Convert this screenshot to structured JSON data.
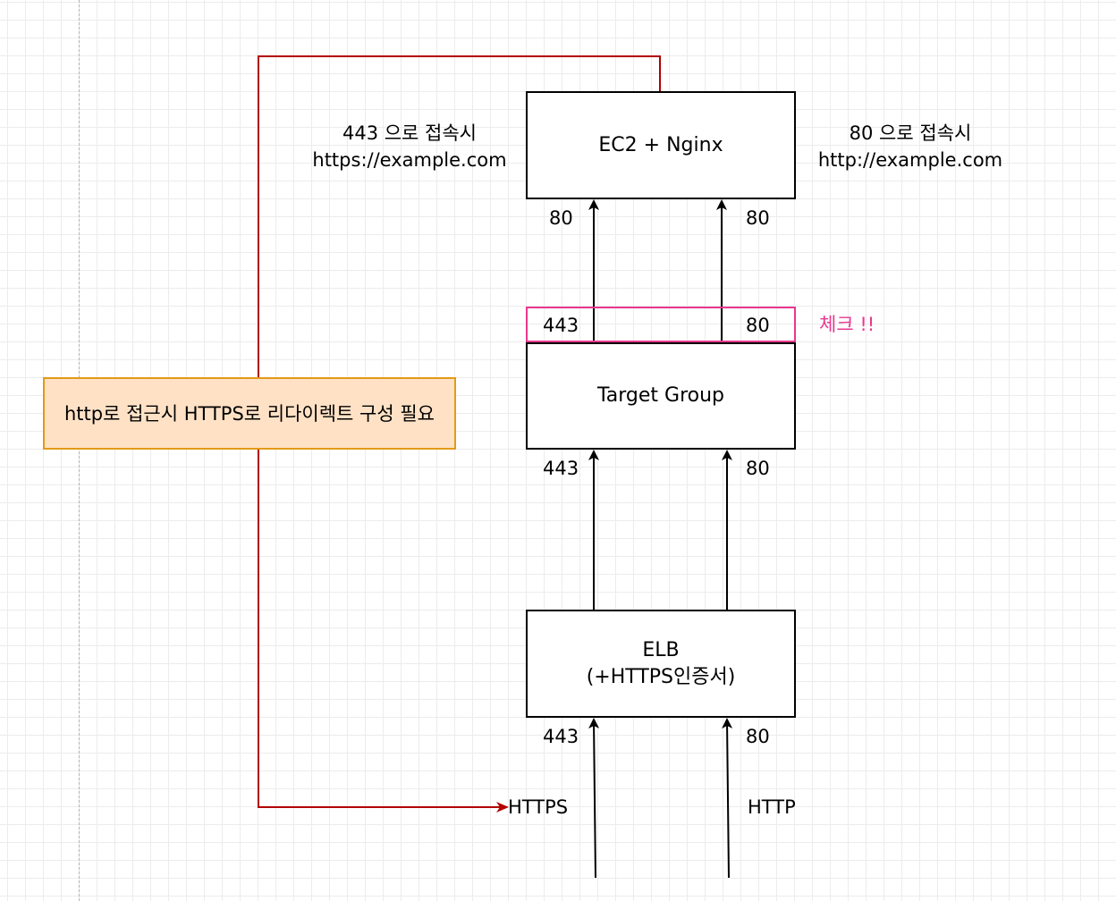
{
  "nodes": {
    "ec2": "EC2 + Nginx",
    "target_group": "Target Group",
    "elb_line1": "ELB",
    "elb_line2": "(+HTTPS인증서)",
    "redirect_note": "http로 접근시 HTTPS로 리다이렉트 구성 필요"
  },
  "annotations": {
    "https_access_line1": "443 으로 접속시",
    "https_access_line2": "https://example.com",
    "http_access_line1": "80 으로 접속시",
    "http_access_line2": "http://example.com",
    "check": "체크 !!"
  },
  "ports": {
    "ec2_left": "80",
    "ec2_right": "80",
    "tg_top_left": "443",
    "tg_top_right": "80",
    "tg_in_left": "443",
    "tg_in_right": "80",
    "elb_in_left": "443",
    "elb_in_right": "80"
  },
  "inputs": {
    "https": "HTTPS",
    "http": "HTTP"
  },
  "colors": {
    "redirect_line": "#b20000",
    "check_highlight": "#e8388f",
    "note_fill": "#ffe2c6",
    "note_border": "#e39a18"
  }
}
